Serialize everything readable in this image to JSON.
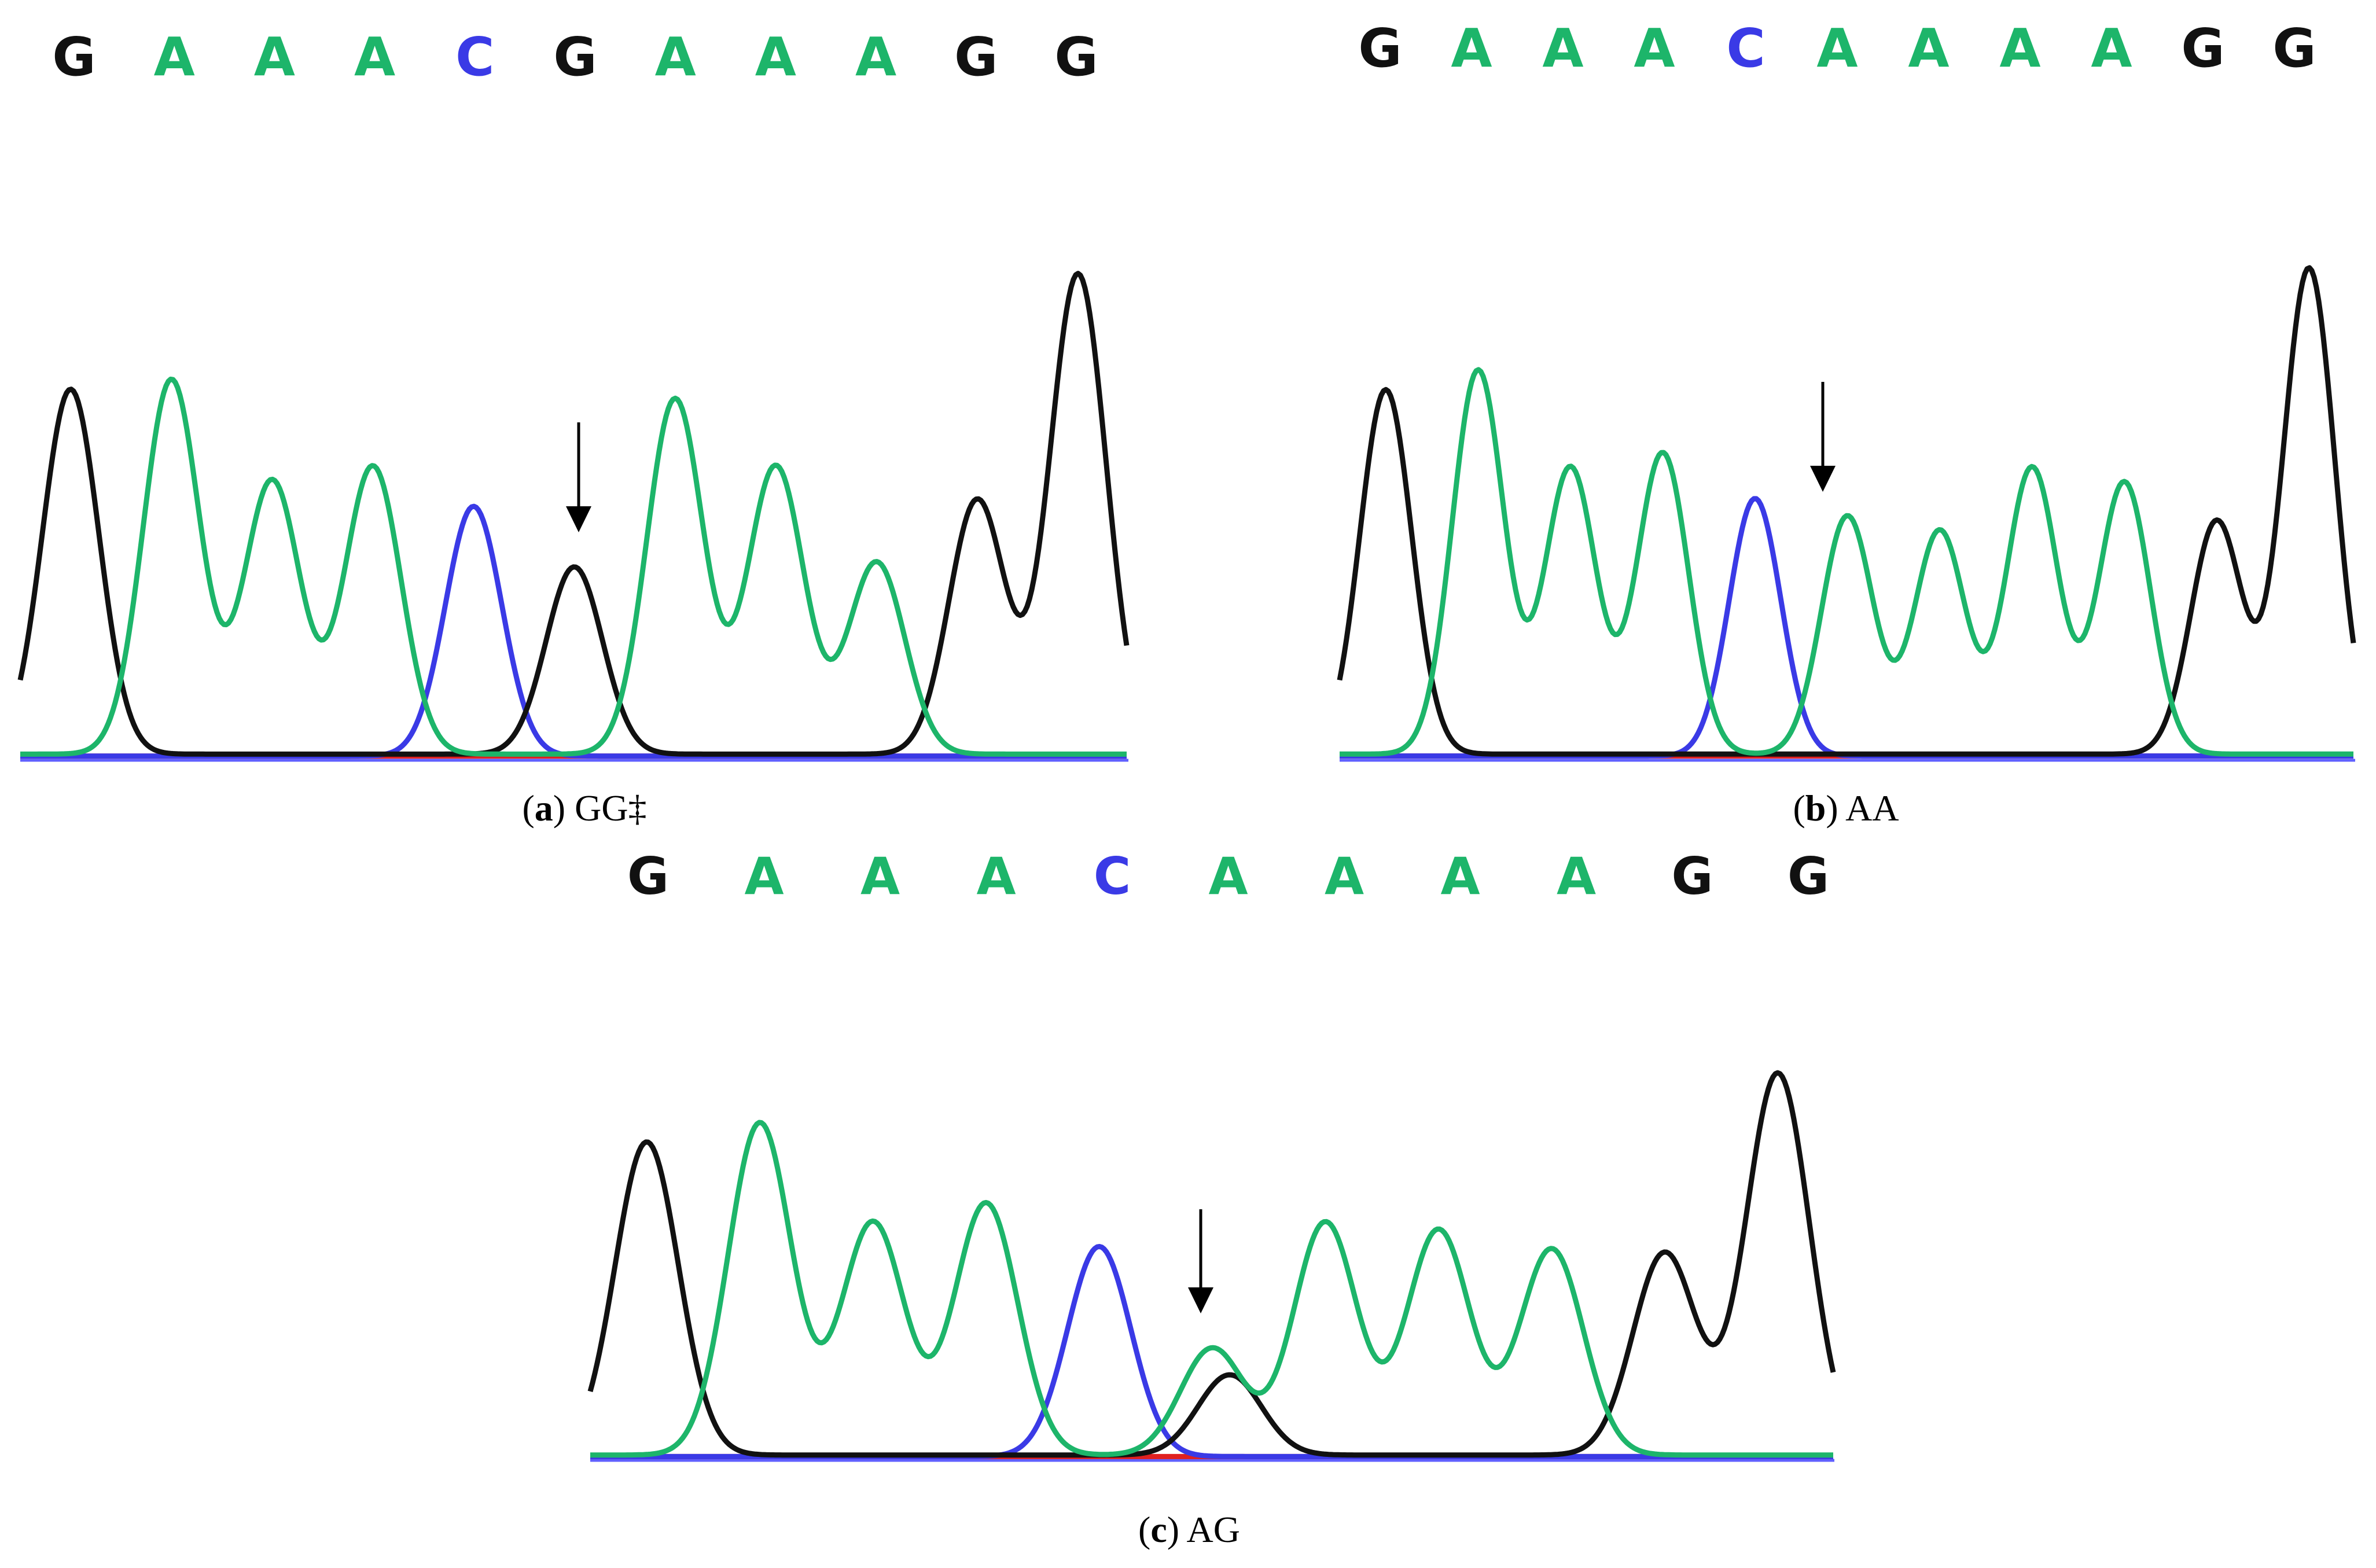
{
  "colors": {
    "A": "#1db56a",
    "C": "#3a3ae6",
    "G": "#111111",
    "T": "#e02020",
    "baseline": "#6060ff",
    "arrow": "#000000"
  },
  "panels": [
    {
      "id": "a",
      "caption_letter": "a",
      "caption_genotype": "GG‡",
      "sequence": [
        "G",
        "A",
        "A",
        "A",
        "C",
        "G",
        "A",
        "A",
        "A",
        "G",
        "G"
      ],
      "peaks": [
        {
          "base": "G",
          "height": 0.76
        },
        {
          "base": "A",
          "height": 0.78
        },
        {
          "base": "A",
          "height": 0.57
        },
        {
          "base": "A",
          "height": 0.6
        },
        {
          "base": "C",
          "height": 0.52
        },
        {
          "base": "G",
          "height": 0.39
        },
        {
          "base": "A",
          "height": 0.74
        },
        {
          "base": "A",
          "height": 0.6
        },
        {
          "base": "A",
          "height": 0.4
        },
        {
          "base": "G",
          "height": 0.53
        },
        {
          "base": "G",
          "height": 1.0
        }
      ],
      "snp_index": 5,
      "secondary_peaks": []
    },
    {
      "id": "b",
      "caption_letter": "b",
      "caption_genotype": "AA",
      "sequence": [
        "G",
        "A",
        "A",
        "A",
        "C",
        "A",
        "A",
        "A",
        "A",
        "G",
        "G"
      ],
      "peaks": [
        {
          "base": "G",
          "height": 0.75
        },
        {
          "base": "A",
          "height": 0.79
        },
        {
          "base": "A",
          "height": 0.59
        },
        {
          "base": "A",
          "height": 0.62
        },
        {
          "base": "C",
          "height": 0.53
        },
        {
          "base": "A",
          "height": 0.49
        },
        {
          "base": "A",
          "height": 0.46
        },
        {
          "base": "A",
          "height": 0.59
        },
        {
          "base": "A",
          "height": 0.56
        },
        {
          "base": "G",
          "height": 0.48
        },
        {
          "base": "G",
          "height": 1.0
        }
      ],
      "snp_index": 5,
      "secondary_peaks": []
    },
    {
      "id": "c",
      "caption_letter": "c",
      "caption_genotype": "AG",
      "sequence": [
        "G",
        "A",
        "A",
        "A",
        "C",
        "A",
        "A",
        "A",
        "A",
        "G",
        "G"
      ],
      "peaks": [
        {
          "base": "G",
          "height": 0.82
        },
        {
          "base": "A",
          "height": 0.87
        },
        {
          "base": "A",
          "height": 0.61
        },
        {
          "base": "A",
          "height": 0.66
        },
        {
          "base": "C",
          "height": 0.55
        },
        {
          "base": "A",
          "height": 0.28
        },
        {
          "base": "A",
          "height": 0.61
        },
        {
          "base": "A",
          "height": 0.59
        },
        {
          "base": "A",
          "height": 0.54
        },
        {
          "base": "G",
          "height": 0.53
        },
        {
          "base": "G",
          "height": 1.0
        }
      ],
      "snp_index": 5,
      "secondary_peaks": [
        {
          "base": "G",
          "at_index": 5,
          "height": 0.21
        }
      ]
    }
  ]
}
